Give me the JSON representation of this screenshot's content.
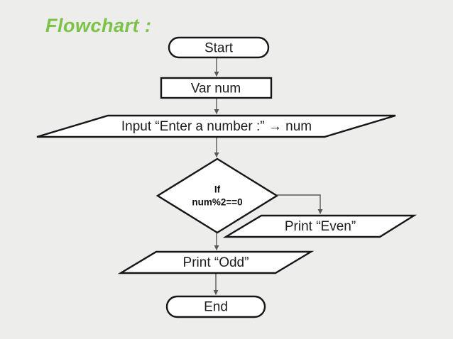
{
  "slide": {
    "title": "Flowchart :",
    "title_color": "#7cc247",
    "background_color": "#ededec"
  },
  "flowchart": {
    "colors": {
      "shape_fill": "#ffffff",
      "shape_border": "#161616",
      "connector": "#595959",
      "text": "#1c1c1c"
    },
    "nodes": {
      "start": {
        "type": "terminator",
        "label": "Start"
      },
      "declare": {
        "type": "process",
        "label": "Var num"
      },
      "input": {
        "type": "input-output",
        "label": "Input “Enter a number :” → num"
      },
      "decision": {
        "type": "decision",
        "label_line1": "If",
        "label_line2": "num%2==0"
      },
      "print_even": {
        "type": "input-output",
        "label": "Print “Even”"
      },
      "print_odd": {
        "type": "input-output",
        "label": "Print “Odd”"
      },
      "end": {
        "type": "terminator",
        "label": "End"
      }
    },
    "edges": [
      {
        "from": "start",
        "to": "declare"
      },
      {
        "from": "declare",
        "to": "input"
      },
      {
        "from": "input",
        "to": "decision"
      },
      {
        "from": "decision",
        "to": "print_even"
      },
      {
        "from": "decision",
        "to": "print_odd"
      },
      {
        "from": "print_odd",
        "to": "end"
      }
    ]
  }
}
